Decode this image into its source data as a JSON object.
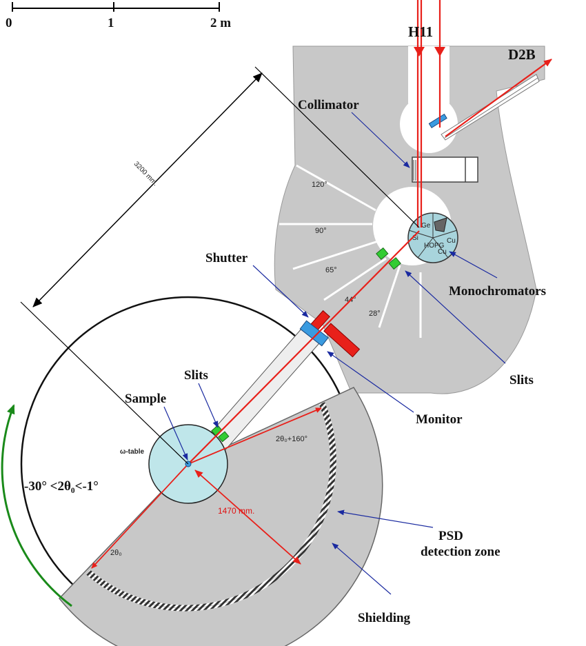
{
  "scale": {
    "ticks": [
      "0",
      "1",
      "2 m"
    ]
  },
  "beams": {
    "source": "H11",
    "secondary": "D2B"
  },
  "labels": {
    "collimator": "Collimator",
    "monochromators": "Monochromators",
    "shutter": "Shutter",
    "slits_upper": "Slits",
    "slits_lower": "Slits",
    "monitor": "Monitor",
    "sample": "Sample",
    "omega_table": "ω-table",
    "psd_line1": "PSD",
    "psd_line2": "detection zone",
    "shielding": "Shielding"
  },
  "dimensions": {
    "long": "3200 mm.",
    "radius": "1470 mm."
  },
  "angles": [
    "120°",
    "90°",
    "65°",
    "44°",
    "28°"
  ],
  "angle_labels": {
    "range": "-30° <2θ₀<-1°",
    "start": "2θ₀",
    "end": "2θ₀+160°"
  },
  "mono_crystals": [
    "Ge",
    "Cu",
    "HOPG",
    "Cu",
    "Si"
  ],
  "colors": {
    "beam": "#e8201a",
    "shutter": "#e8201a",
    "monitor": "#3a9be0",
    "slits": "#33cc33",
    "leader": "#1a2aa0",
    "rotation_arrow": "#1a8a1a",
    "shielding": "#c8c8c8",
    "sample_table": "#bfe6ea"
  }
}
